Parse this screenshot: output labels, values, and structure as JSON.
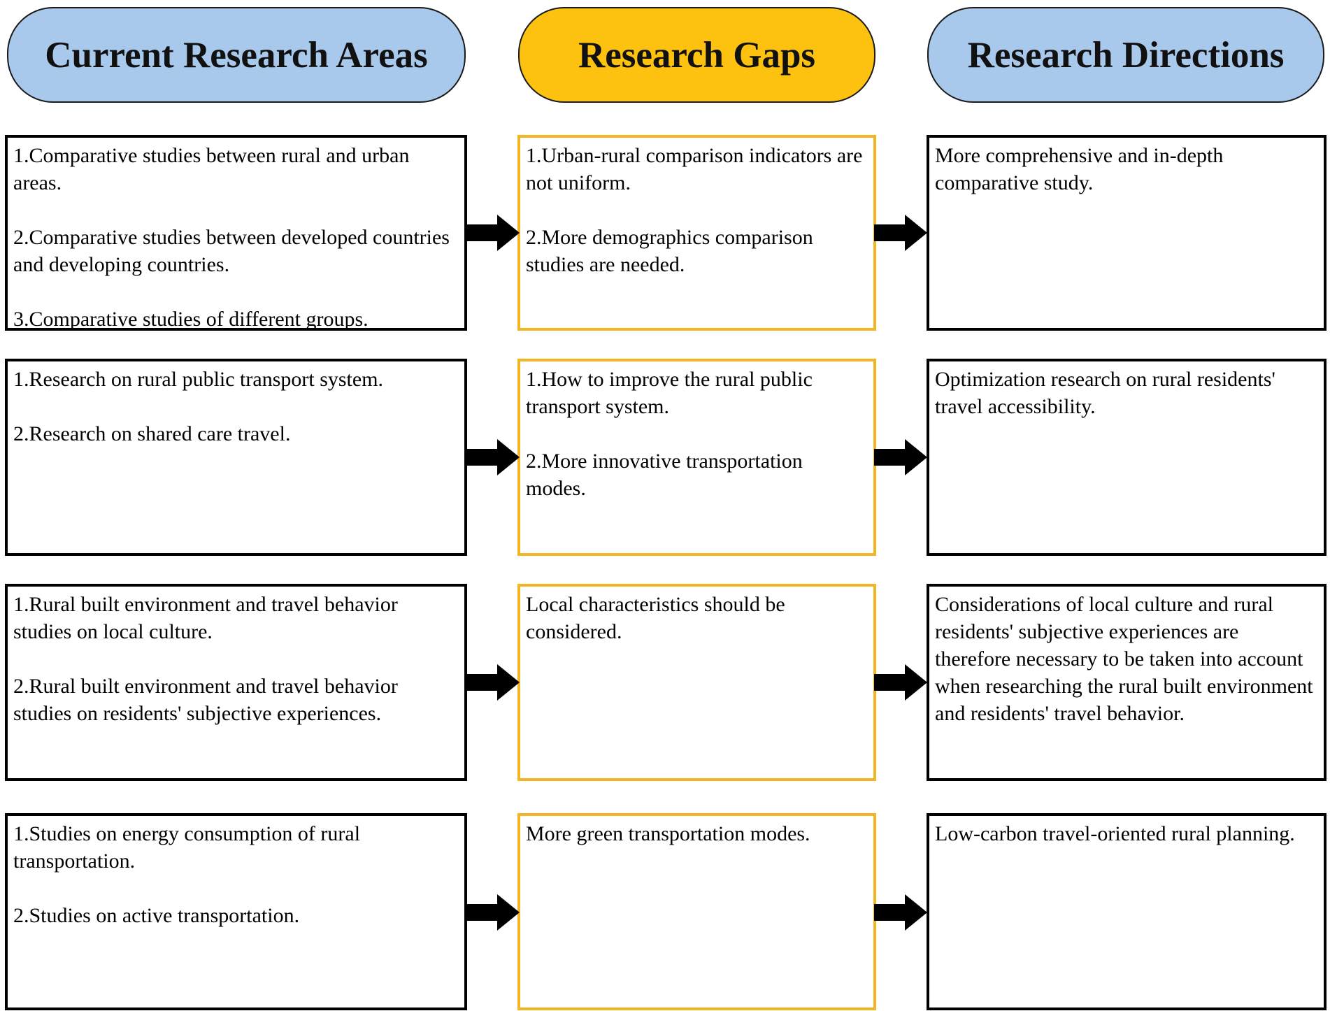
{
  "headers": {
    "areas": "Current Research Areas",
    "gaps": "Research Gaps",
    "directions": "Research Directions"
  },
  "colors": {
    "header_blue": "#a8c8ec",
    "header_gold": "#fcc20f",
    "gap_border": "#f3b523",
    "box_border": "#000000",
    "arrow": "#000000"
  },
  "rows": [
    {
      "areas": [
        "1.Comparative studies between rural and urban areas.",
        "2.Comparative studies between developed countries and developing countries.",
        "3.Comparative studies of different groups."
      ],
      "gaps": [
        "1.Urban-rural comparison indicators are not uniform.",
        "2.More demographics comparison studies are needed."
      ],
      "directions": [
        "More comprehensive and in-depth comparative study."
      ]
    },
    {
      "areas": [
        "1.Research on rural public transport system.",
        "2.Research on shared care travel."
      ],
      "gaps": [
        "1.How to improve the rural public transport system.",
        "2.More innovative transportation modes."
      ],
      "directions": [
        "Optimization research on rural residents' travel accessibility."
      ]
    },
    {
      "areas": [
        "1.Rural built environment and travel behavior studies on local culture.",
        "2.Rural built environment and travel behavior studies on  residents' subjective experiences."
      ],
      "gaps": [
        "Local characteristics should be considered."
      ],
      "directions": [
        "Considerations of local culture and rural residents' subjective experiences are therefore necessary to be taken into account when researching the rural built environment and residents' travel behavior."
      ]
    },
    {
      "areas": [
        "1.Studies on energy consumption of rural transportation.",
        "2.Studies on active transportation."
      ],
      "gaps": [
        "More green transportation modes."
      ],
      "directions": [
        "Low-carbon travel-oriented rural planning."
      ]
    }
  ]
}
